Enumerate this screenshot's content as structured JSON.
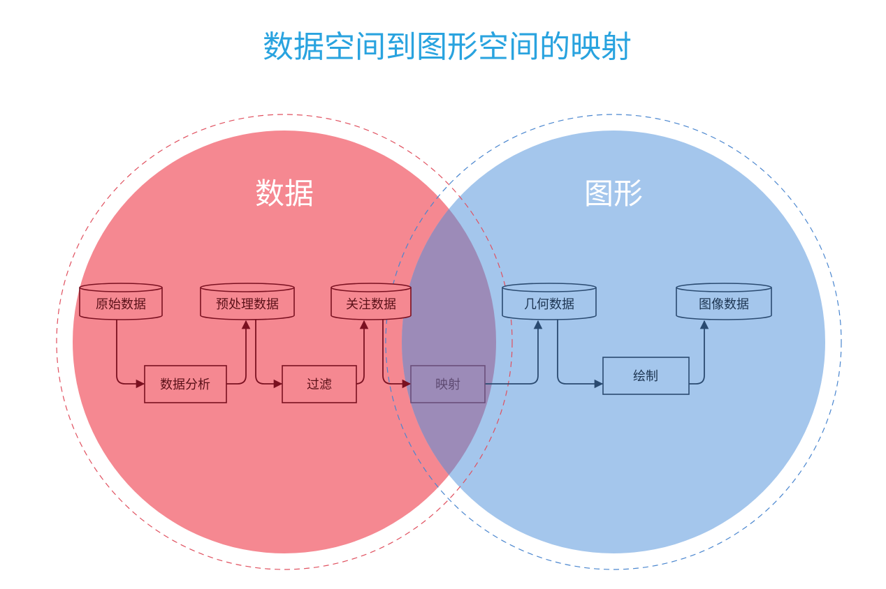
{
  "title": "数据空间到图形空间的映射",
  "colors": {
    "title": "#29a3df",
    "data_circle": "#f58891",
    "graphic_circle": "#a4c6ec",
    "overlap": "#9c8bb8",
    "data_dash": "#e0505f",
    "graphic_dash": "#4a86cf",
    "red_line": "#7a1020",
    "blue_line": "#2a4a70"
  },
  "circles": {
    "data_label": "数据",
    "graphic_label": "图形"
  },
  "nodes": {
    "raw_data": "原始数据",
    "preprocessed_data": "预处理数据",
    "focus_data": "关注数据",
    "geometry_data": "几何数据",
    "image_data": "图像数据",
    "data_analysis": "数据分析",
    "filter": "过滤",
    "mapping": "映射",
    "render": "绘制"
  }
}
